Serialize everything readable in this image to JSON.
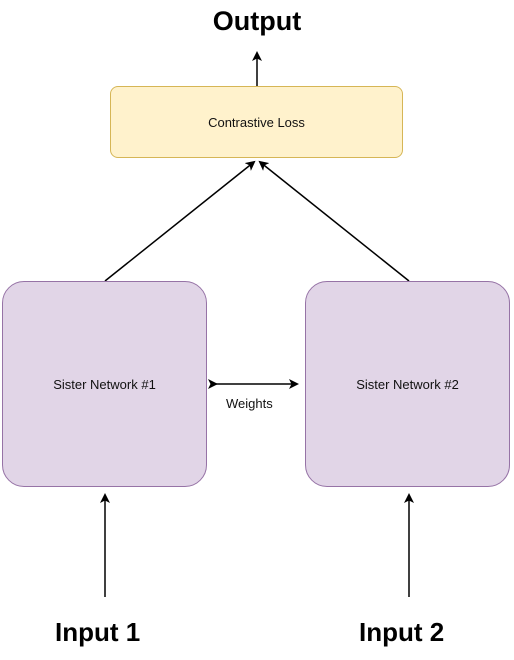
{
  "diagram": {
    "output_label": "Output",
    "loss_label": "Contrastive Loss",
    "sister_1_label": "Sister Network #1",
    "sister_2_label": "Sister Network #2",
    "weights_label": "Weights",
    "input_1_label": "Input 1",
    "input_2_label": "Input 2"
  },
  "colors": {
    "loss_fill": "#fff2cc",
    "loss_border": "#d6b656",
    "network_fill": "#e1d5e7",
    "network_border": "#9673a6",
    "arrow": "#000000"
  }
}
